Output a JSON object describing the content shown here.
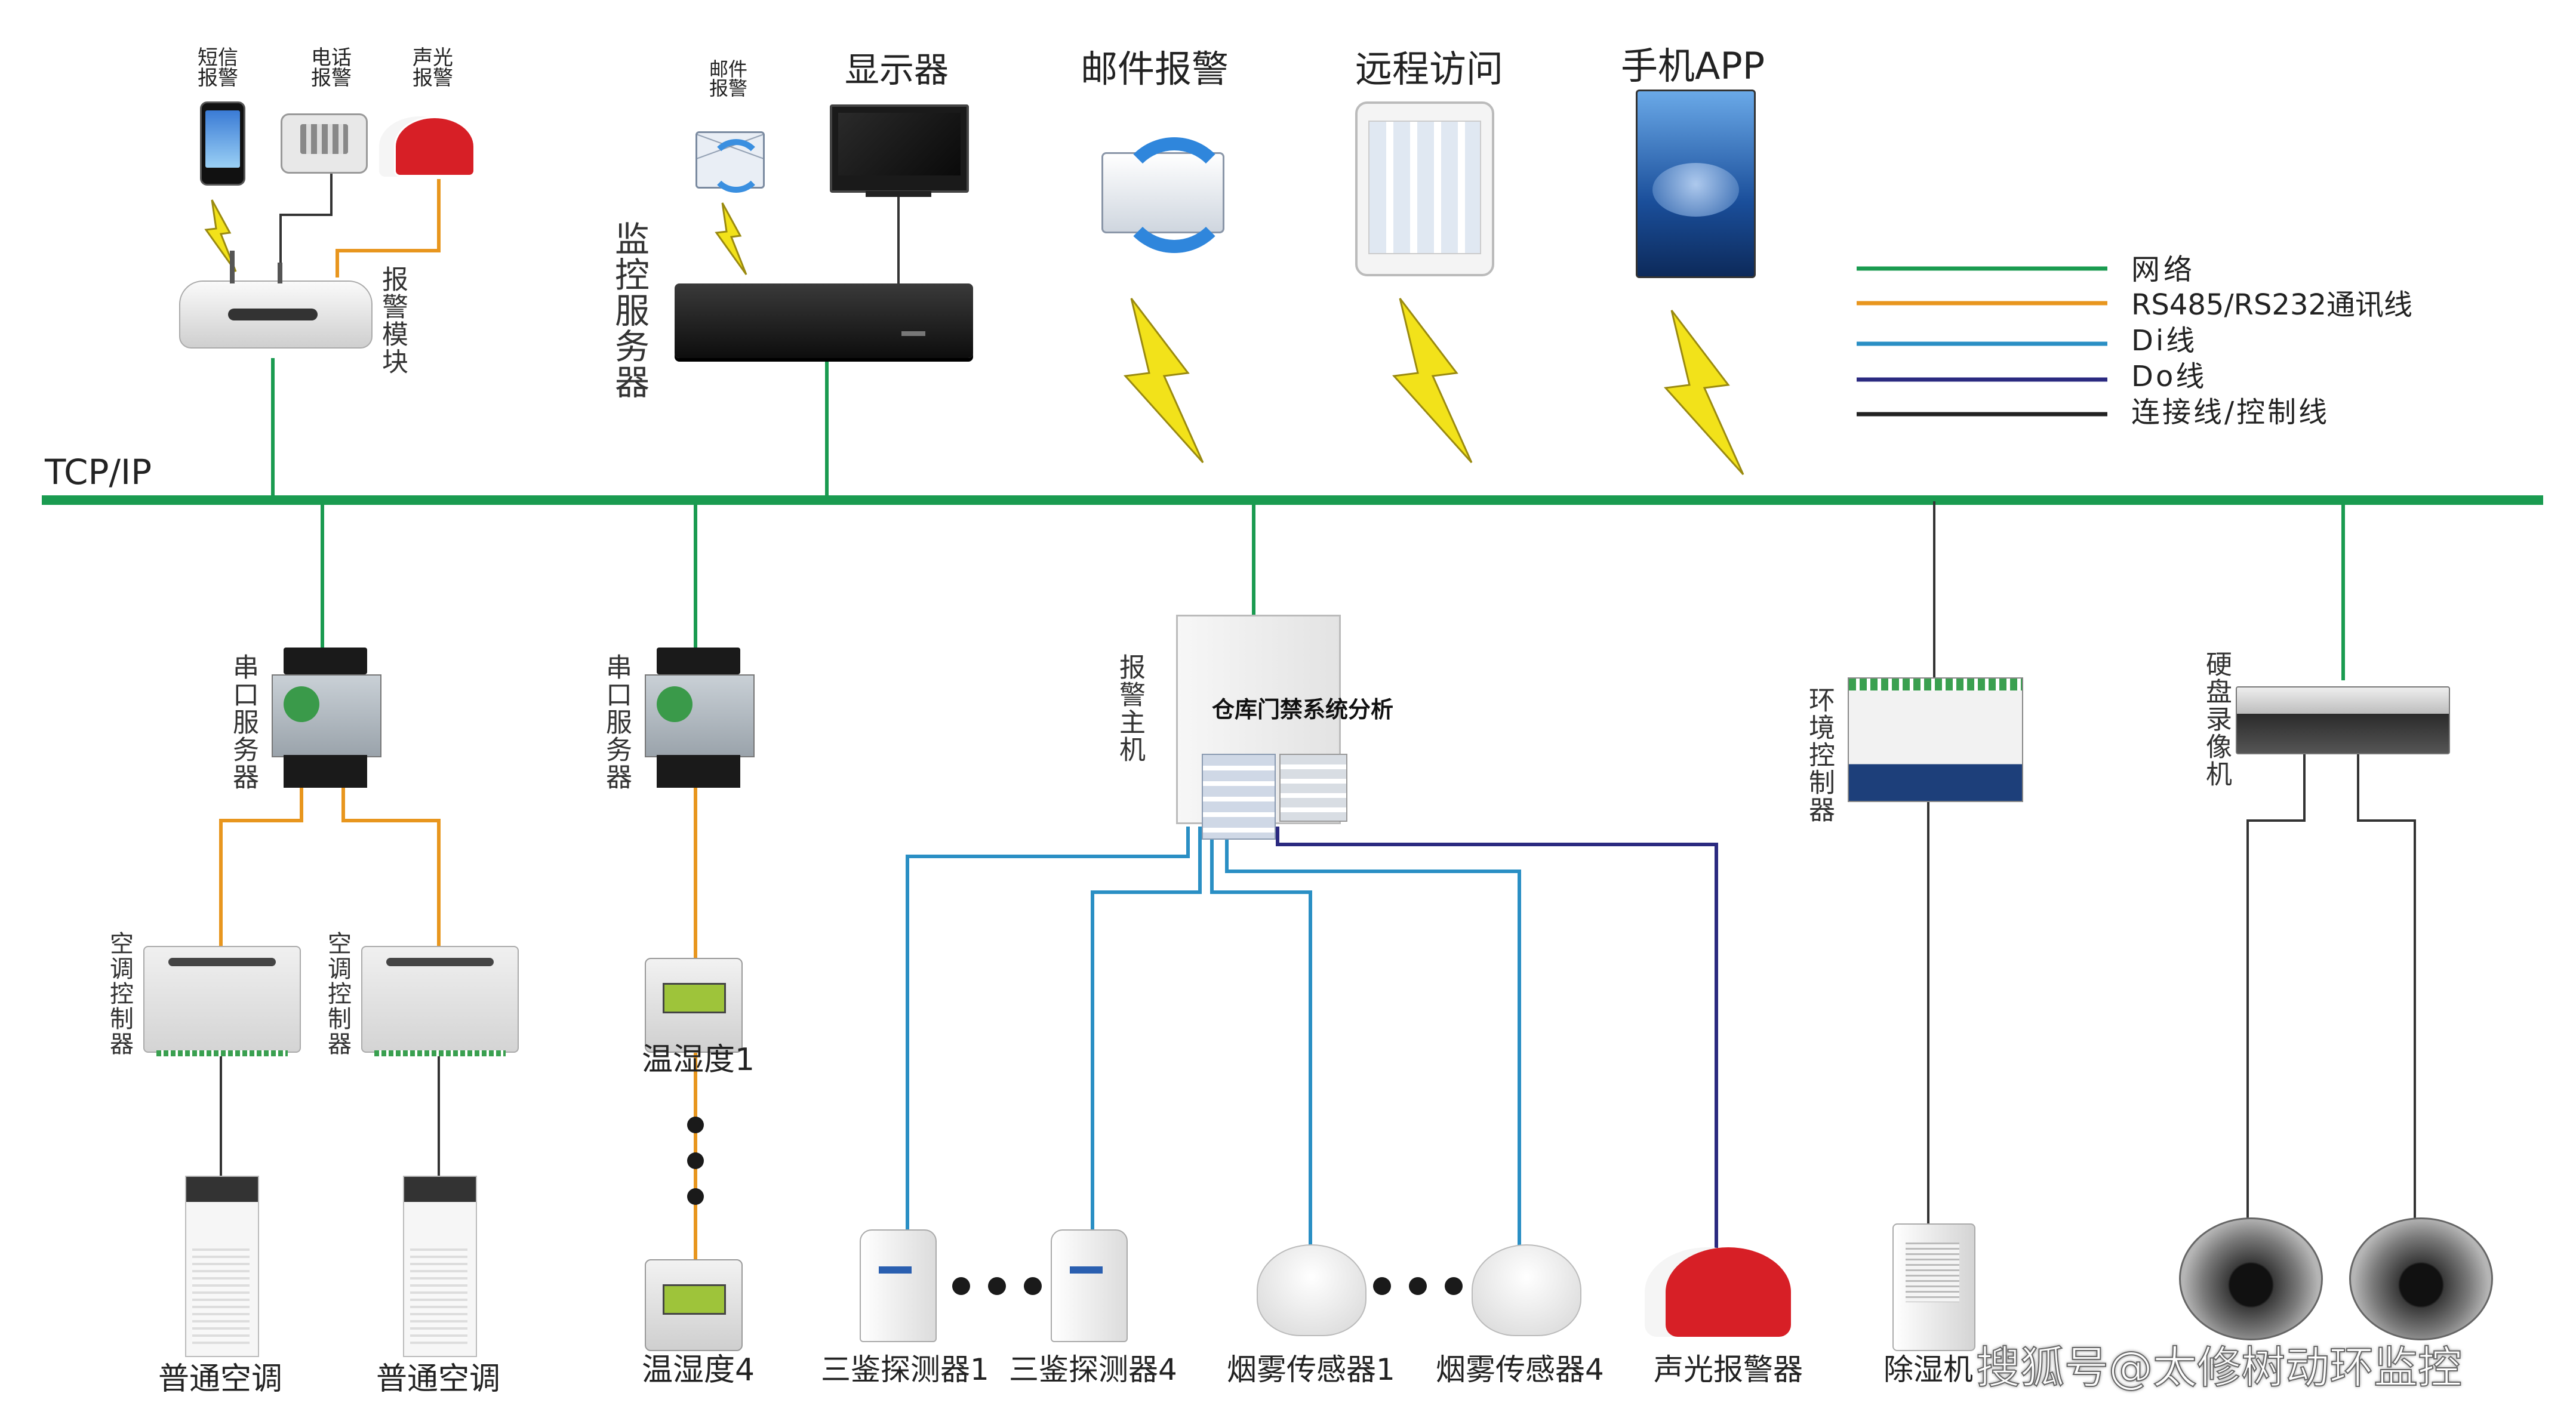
{
  "top": {
    "sms_alarm": "短信报警",
    "phone_alarm": "电话报警",
    "sound_light_alarm": "声光报警",
    "alarm_module": "报警模块",
    "email_alarm_small": "邮件报警",
    "display": "显示器",
    "email_alarm": "邮件报警",
    "remote_access": "远程访问",
    "mobile_app": "手机APP",
    "monitor_server": "监控服务器",
    "bus_label": "TCP/IP"
  },
  "legend": [
    {
      "label": "网络",
      "color": "#1a9b50"
    },
    {
      "label": "RS485/RS232通讯线",
      "color": "#e8961e"
    },
    {
      "label": "Di线",
      "color": "#2a8fc4"
    },
    {
      "label": "Do线",
      "color": "#2b2a80"
    },
    {
      "label": "连接线/控制线",
      "color": "#222222"
    }
  ],
  "middle": {
    "serial_server_1": "串口服务器",
    "serial_server_2": "串口服务器",
    "alarm_host": "报警主机",
    "overlay_title": "仓库门禁系统分析",
    "env_controller": "环境控制器",
    "dvr": "硬盘录像机",
    "ac_controller_1": "空调控制器",
    "ac_controller_2": "空调控制器"
  },
  "bottom": {
    "ac_1": "普通空调",
    "ac_2": "普通空调",
    "th_1": "温湿度1",
    "th_4": "温湿度4",
    "pir_1": "三鉴探测器1",
    "pir_4": "三鉴探测器4",
    "smoke_1": "烟雾传感器1",
    "smoke_4": "烟雾传感器4",
    "siren": "声光报警器",
    "dehumidifier": "除湿机",
    "watermark": "搜狐号@太修树动环监控"
  },
  "colors": {
    "network": "#1a9b50",
    "rs485": "#e8961e",
    "di": "#2a8fc4",
    "do": "#2b2a80",
    "control": "#222222"
  }
}
